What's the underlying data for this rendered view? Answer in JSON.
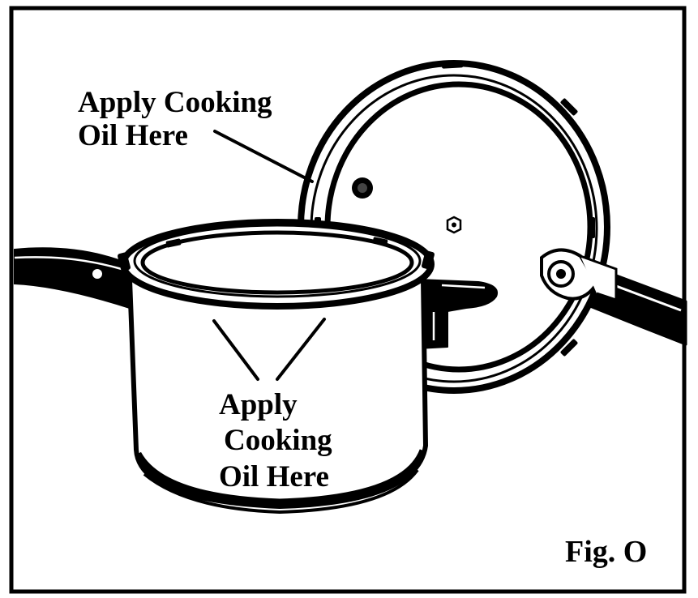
{
  "colors": {
    "ink": "#000000",
    "paper": "#ffffff"
  },
  "labels": {
    "lid": {
      "line1": "Apply Cooking",
      "line2": "Oil Here"
    },
    "pot": {
      "line1": "Apply",
      "line2": "Cooking",
      "line3": "Oil Here"
    },
    "figure": "Fig. O"
  }
}
